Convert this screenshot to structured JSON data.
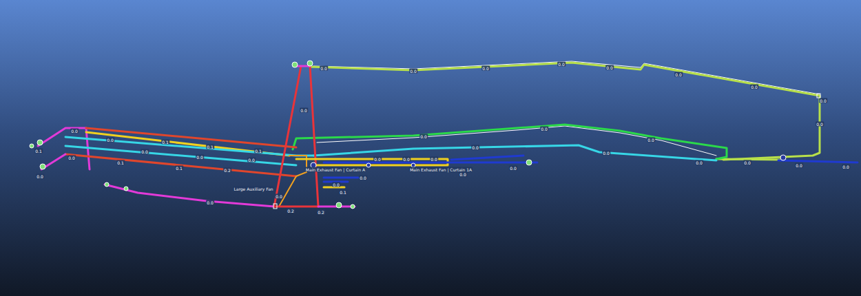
{
  "diagram": {
    "labels": [
      "0.0",
      "0.0",
      "0.0",
      "0.0",
      "0.0",
      "0.0",
      "0.0",
      "0.0",
      "0.0",
      "0.0",
      "0.0",
      "0.0",
      "0.0",
      "0.0",
      "0.0",
      "0.0",
      "0.0",
      "0.0",
      "0.0",
      "0.0",
      "0.1",
      "0.0",
      "0.0",
      "0.0",
      "0.0",
      "0.1",
      "0.1",
      "0.1",
      "0.0",
      "0.0",
      "0.1",
      "0.2",
      "0.0",
      "0.1",
      "0.0",
      "0.0",
      "0.2",
      "0.2",
      "0.0",
      "0.1",
      "0.0",
      "0.0",
      "0.0",
      "0.0",
      "0.0",
      "Large Auxiliary Fan",
      "Main Exhaust Fan | Curtain A",
      "Main Exhaust Fan | Curtain 1A"
    ]
  }
}
